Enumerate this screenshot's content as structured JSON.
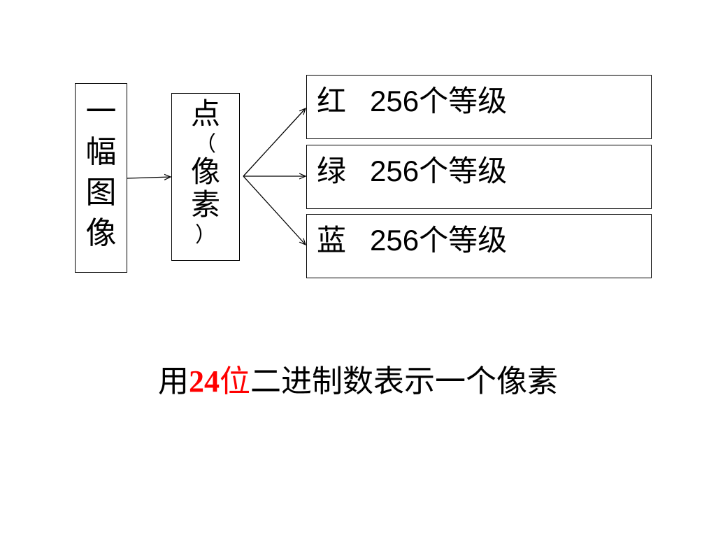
{
  "image_box": {
    "chars": [
      "一",
      "幅",
      "图",
      "像"
    ]
  },
  "pixel_box": {
    "chars": [
      "点",
      "（",
      "像",
      "素",
      "）"
    ]
  },
  "channels": [
    {
      "name": "红",
      "value": "256",
      "unit": "个等级"
    },
    {
      "name": "绿",
      "value": "256",
      "unit": "个等级"
    },
    {
      "name": "蓝",
      "value": "256",
      "unit": "个等级"
    }
  ],
  "summary": {
    "prefix": "用",
    "bits": "24",
    "unit": "位",
    "rest": "二进制数表示一个像素"
  },
  "colors": {
    "highlight": "#ff0000",
    "line": "#000000"
  }
}
